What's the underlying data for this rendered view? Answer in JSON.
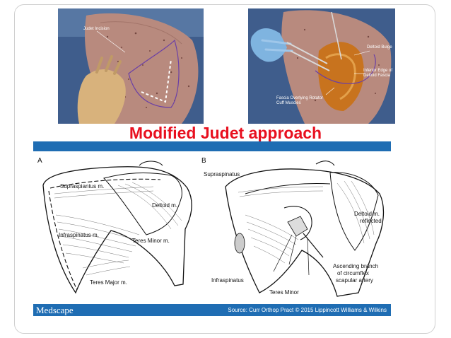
{
  "slide": {
    "title": "Modified Judet approach"
  },
  "photos": {
    "left": {
      "callouts": [
        "Judet Incision"
      ]
    },
    "right": {
      "callouts": [
        "Deltoid Bulge",
        "Inferior Edge of Deltoid Fascia",
        "Fascia Overlying Rotator Cuff Muscles"
      ]
    }
  },
  "figure": {
    "panel_a": {
      "letter": "A",
      "labels": {
        "supraspinatus": "Supraspiantus m.",
        "deltoid": "Deltoid m.",
        "infraspinatus": "Infraspinatus m.",
        "teres_minor": "Teres Minor m.",
        "teres_major": "Teres Major m."
      }
    },
    "panel_b": {
      "letter": "B",
      "labels": {
        "supraspinatus": "Supraspinatus",
        "deltoid_line1": "Deltoid m.",
        "deltoid_line2": "reflected",
        "infraspinatus": "Infraspinatus",
        "teres_minor": "Teres Minor",
        "artery_line1": "Ascending branch",
        "artery_line2": "of circumflex",
        "artery_line3": "scapular artery"
      }
    }
  },
  "footer": {
    "brand": "Medscape",
    "source": "Source: Curr Orthop Pract © 2015 Lippincott Williams & Wilkins"
  },
  "colors": {
    "title": "#e8101f",
    "bar": "#1f6db3",
    "drape": "#3f5d8c",
    "skin": "#b88a7e",
    "glove": "#d8b27c",
    "tissue": "#c8731e"
  }
}
